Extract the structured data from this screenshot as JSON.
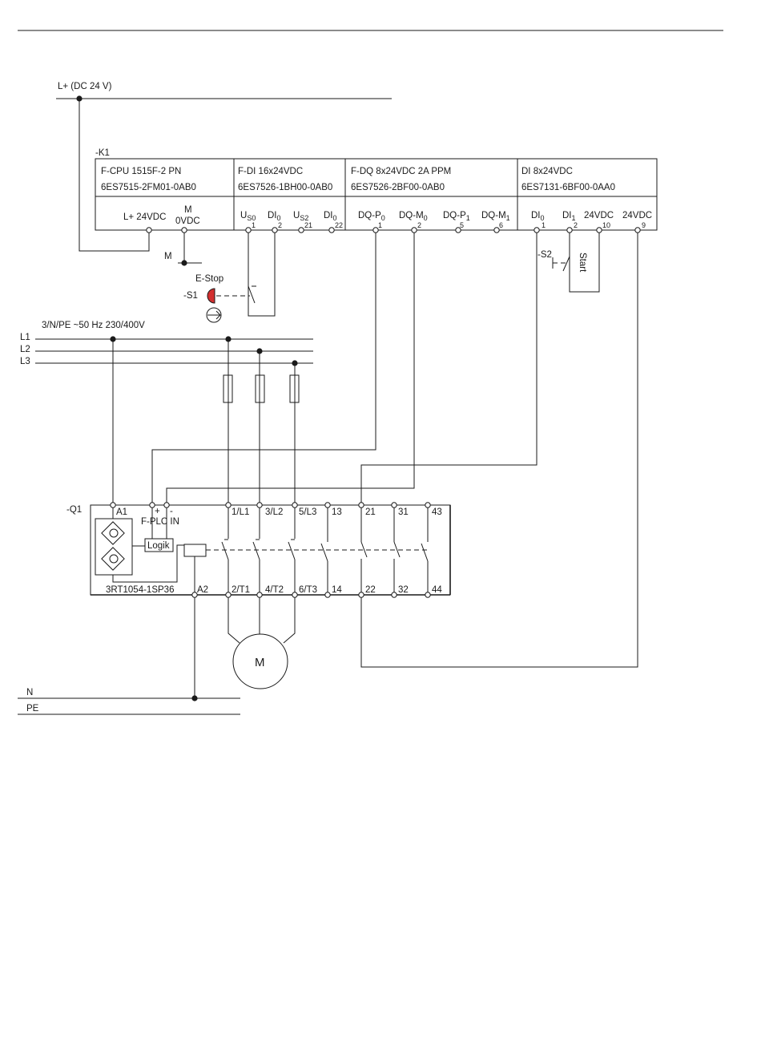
{
  "supply": {
    "dc": "L+ (DC 24 V)",
    "m": "M"
  },
  "controller": {
    "tag": "-K1",
    "cpu": {
      "name": "F-CPU 1515F-2 PN",
      "order": "6ES7515-2FM01-0AB0",
      "t1": "L+ 24VDC",
      "t2a": "M",
      "t2b": "0VDC"
    },
    "fdi": {
      "name": "F-DI 16x24VDC",
      "order": "6ES7526-1BH00-0AB0"
    },
    "fdq": {
      "name": "F-DQ 8x24VDC 2A PPM",
      "order": "6ES7526-2BF00-0AB0"
    },
    "di": {
      "name": "DI 8x24VDC",
      "order": "6ES7131-6BF00-0AA0"
    },
    "labels": {
      "us0": "U",
      "us0_sub": "S0",
      "us0_num": "1",
      "di0a": "DI",
      "di0a_sub": "0",
      "di0a_num": "2",
      "us2": "U",
      "us2_sub": "S2",
      "us2_num": "21",
      "di0b": "DI",
      "di0b_sub": "0",
      "di0b_num": "22",
      "dqp0": "DQ-P",
      "dqp0_sub": "0",
      "dqp0_num": "1",
      "dqm0": "DQ-M",
      "dqm0_sub": "0",
      "dqm0_num": "2",
      "dqp1": "DQ-P",
      "dqp1_sub": "1",
      "dqp1_num": "5",
      "dqm1": "DQ-M",
      "dqm1_sub": "1",
      "dqm1_num": "6",
      "di0c": "DI",
      "di0c_sub": "0",
      "di0c_num": "1",
      "di1": "DI",
      "di1_sub": "1",
      "di1_num": "2",
      "v24a": "24VDC",
      "v24a_num": "10",
      "v24b": "24VDC",
      "v24b_num": "9"
    }
  },
  "switches": {
    "estop_label": "E-Stop",
    "estop_tag": "-S1",
    "start_tag": "-S2",
    "start_label": "Start"
  },
  "mains": {
    "title": "3/N/PE ~50 Hz 230/400V",
    "l1": "L1",
    "l2": "L2",
    "l3": "L3",
    "n": "N",
    "pe": "PE"
  },
  "contactor": {
    "tag": "-Q1",
    "type": "3RT1054-1SP36",
    "a1": "A1",
    "a2": "A2",
    "plus": "+",
    "minus": "-",
    "fplc": "F-PLC IN",
    "logic": "Logik",
    "top": [
      "1/L1",
      "3/L2",
      "5/L3",
      "13",
      "21",
      "31",
      "43"
    ],
    "bottom": [
      "2/T1",
      "4/T2",
      "6/T3",
      "14",
      "22",
      "32",
      "44"
    ]
  },
  "motor": {
    "label": "M"
  },
  "colors": {
    "line": "#1a1a1a",
    "estop": "#d32f2f"
  }
}
